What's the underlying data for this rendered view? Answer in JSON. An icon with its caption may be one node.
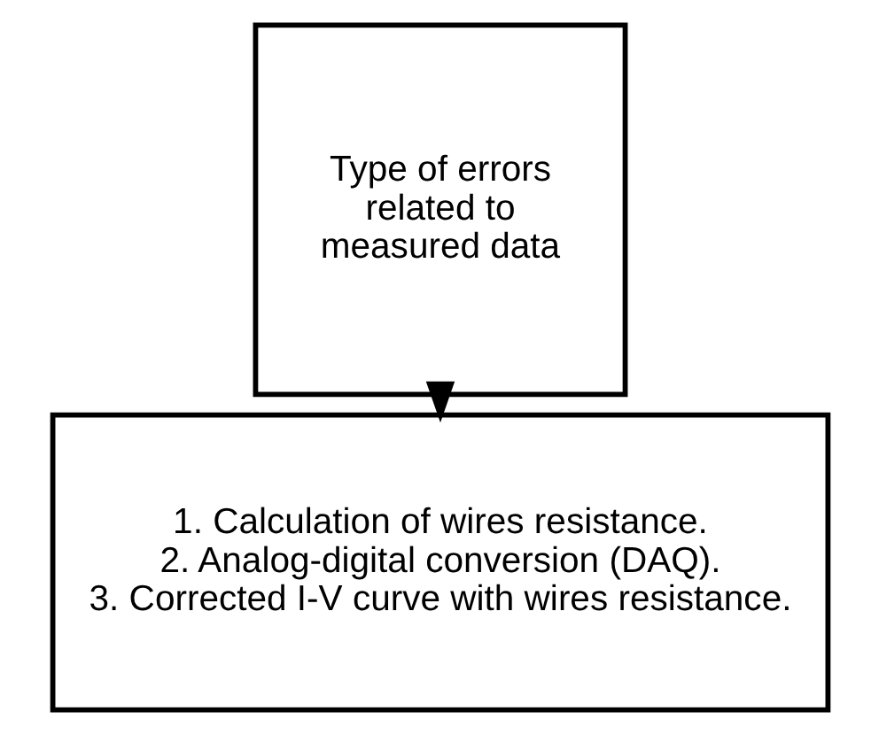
{
  "diagram": {
    "nodes": [
      {
        "text": [
          "Type of errors related to measured data"
        ]
      },
      {
        "text": [
          "1. Calculation of wires resistance.",
          "2. Analog-digital conversion (DAQ).",
          "3. Corrected I-V curve with wires resistance."
        ]
      }
    ],
    "edges": [
      {
        "from": 0,
        "to": 1,
        "arrow": "to"
      }
    ]
  }
}
